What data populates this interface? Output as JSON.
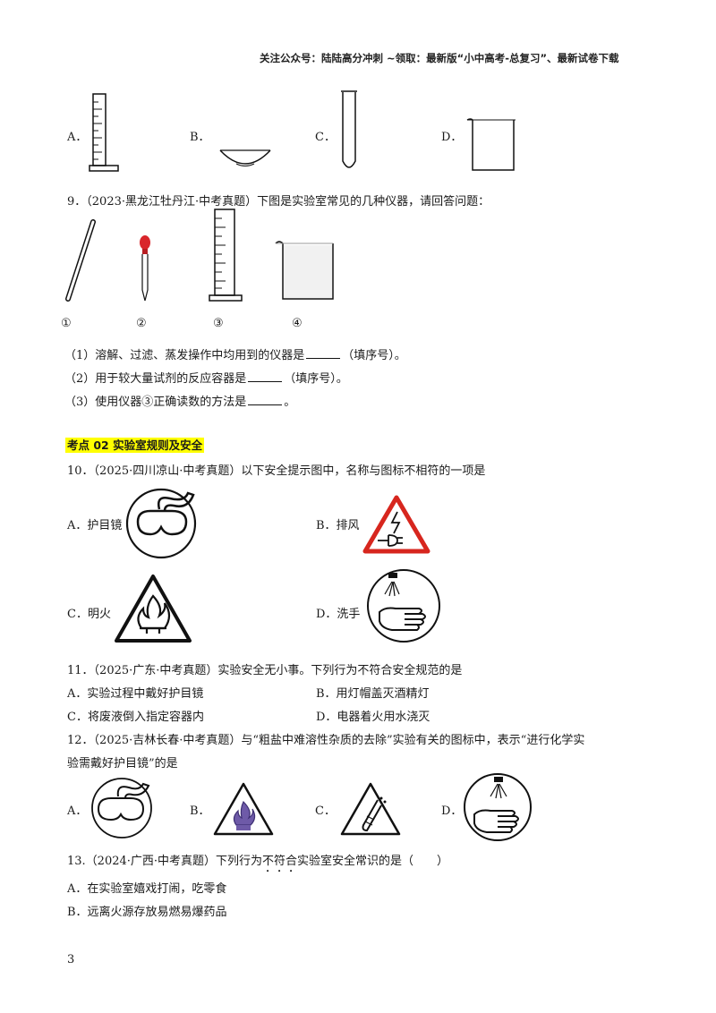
{
  "header": {
    "text": "关注公众号：陆陆高分冲刺  ~领取：最新版“小中高考-总复习”、最新试卷下载"
  },
  "q8_options": {
    "a": "A．",
    "b": "B．",
    "c": "C．",
    "d": "D．"
  },
  "q9": {
    "stem": "9．（2023·黑龙江牡丹江·中考真题）下图是实验室常见的几种仪器，请回答问题：",
    "labels": [
      "①",
      "②",
      "③",
      "④"
    ],
    "sub1_pre": "（1）溶解、过滤、蒸发操作中均用到的仪器是",
    "sub1_post": "（填序号）。",
    "sub2_pre": "（2）用于较大量试剂的反应容器是",
    "sub2_post": "（填序号）。",
    "sub3_pre": "（3）使用仪器③正确读数的方法是",
    "sub3_post": "。"
  },
  "section": {
    "title": "考点 02  实验室规则及安全"
  },
  "q10": {
    "stem": "10．（2025·四川凉山·中考真题）以下安全提示图中，名称与图标不相符的一项是",
    "a": "A．护目镜",
    "b": "B．排风",
    "c": "C．明火",
    "d": "D．洗手"
  },
  "q11": {
    "stem": "11．（2025·广东·中考真题）实验安全无小事。下列行为不符合安全规范的是",
    "a": "A．实验过程中戴好护目镜",
    "b": "B．用灯帽盖灭酒精灯",
    "c": "C．将废液倒入指定容器内",
    "d": "D．电器着火用水浇灭"
  },
  "q12": {
    "stem_line1": "12．（2025·吉林长春·中考真题）与“粗盐中难溶性杂质的去除”实验有关的图标中，表示“进行化学实",
    "stem_line2": "验需戴好护目镜”的是",
    "a": "A．",
    "b": "B．",
    "c": "C．",
    "d": "D．"
  },
  "q13": {
    "stem_pre": "13.（2024·广西·中考真题）下列行为",
    "stem_emph": "不符合",
    "stem_post": "实验室安全常识的是（　　）",
    "a": "A．在实验室嬉戏打闹，吃零食",
    "b": "B．远离火源存放易燃易爆药品"
  },
  "footer": {
    "page_number": "3"
  },
  "colors": {
    "highlight": "#ffff00",
    "warning_red": "#d7261e",
    "dropper_red": "#d9262b",
    "flame_purple": "#6e5aa8"
  }
}
